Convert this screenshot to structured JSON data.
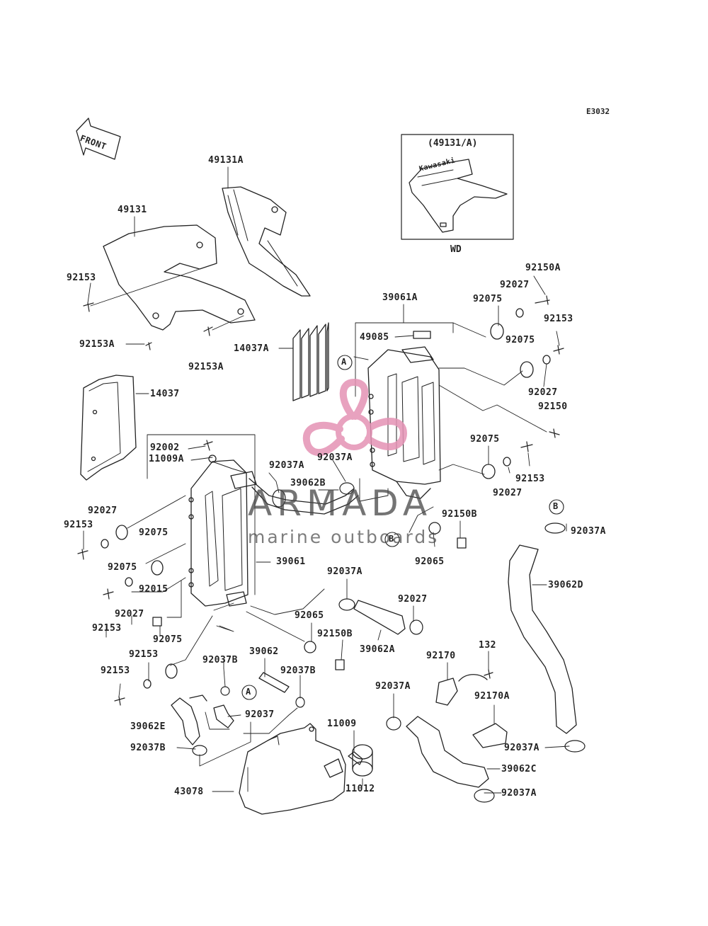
{
  "diagram": {
    "code": "E3032",
    "front_label": "FRONT",
    "inset": {
      "title": "(49131/A)",
      "caption": "WD",
      "brand": "Kawasaki"
    },
    "watermark": {
      "title": "ARMADA",
      "subtitle": "marine outboards"
    },
    "colors": {
      "line": "#222222",
      "watermark_pink": "#e592b5",
      "watermark_text": "#555555"
    },
    "callouts": [
      "A",
      "A",
      "B",
      "B"
    ],
    "labels": [
      "49131A",
      "49131",
      "92153",
      "92153A",
      "92153A",
      "14037A",
      "14037",
      "39061A",
      "49085",
      "92075",
      "92027",
      "92150A",
      "92153",
      "92075",
      "92027",
      "92150",
      "92002",
      "11009A",
      "92037A",
      "92037A",
      "39062B",
      "92075",
      "92153",
      "92027",
      "92150B",
      "92027",
      "92153",
      "92075",
      "92075",
      "92015",
      "39061",
      "92065",
      "92037A",
      "39062D",
      "92153",
      "92027",
      "92153",
      "92075",
      "92037A",
      "92065",
      "92150B",
      "39062A",
      "92027",
      "92153",
      "92037B",
      "39062",
      "92037B",
      "92170",
      "132",
      "92037",
      "92037A",
      "92170A",
      "39062E",
      "11009",
      "92037B",
      "92037A",
      "39062C",
      "43078",
      "11012",
      "92037A"
    ]
  }
}
